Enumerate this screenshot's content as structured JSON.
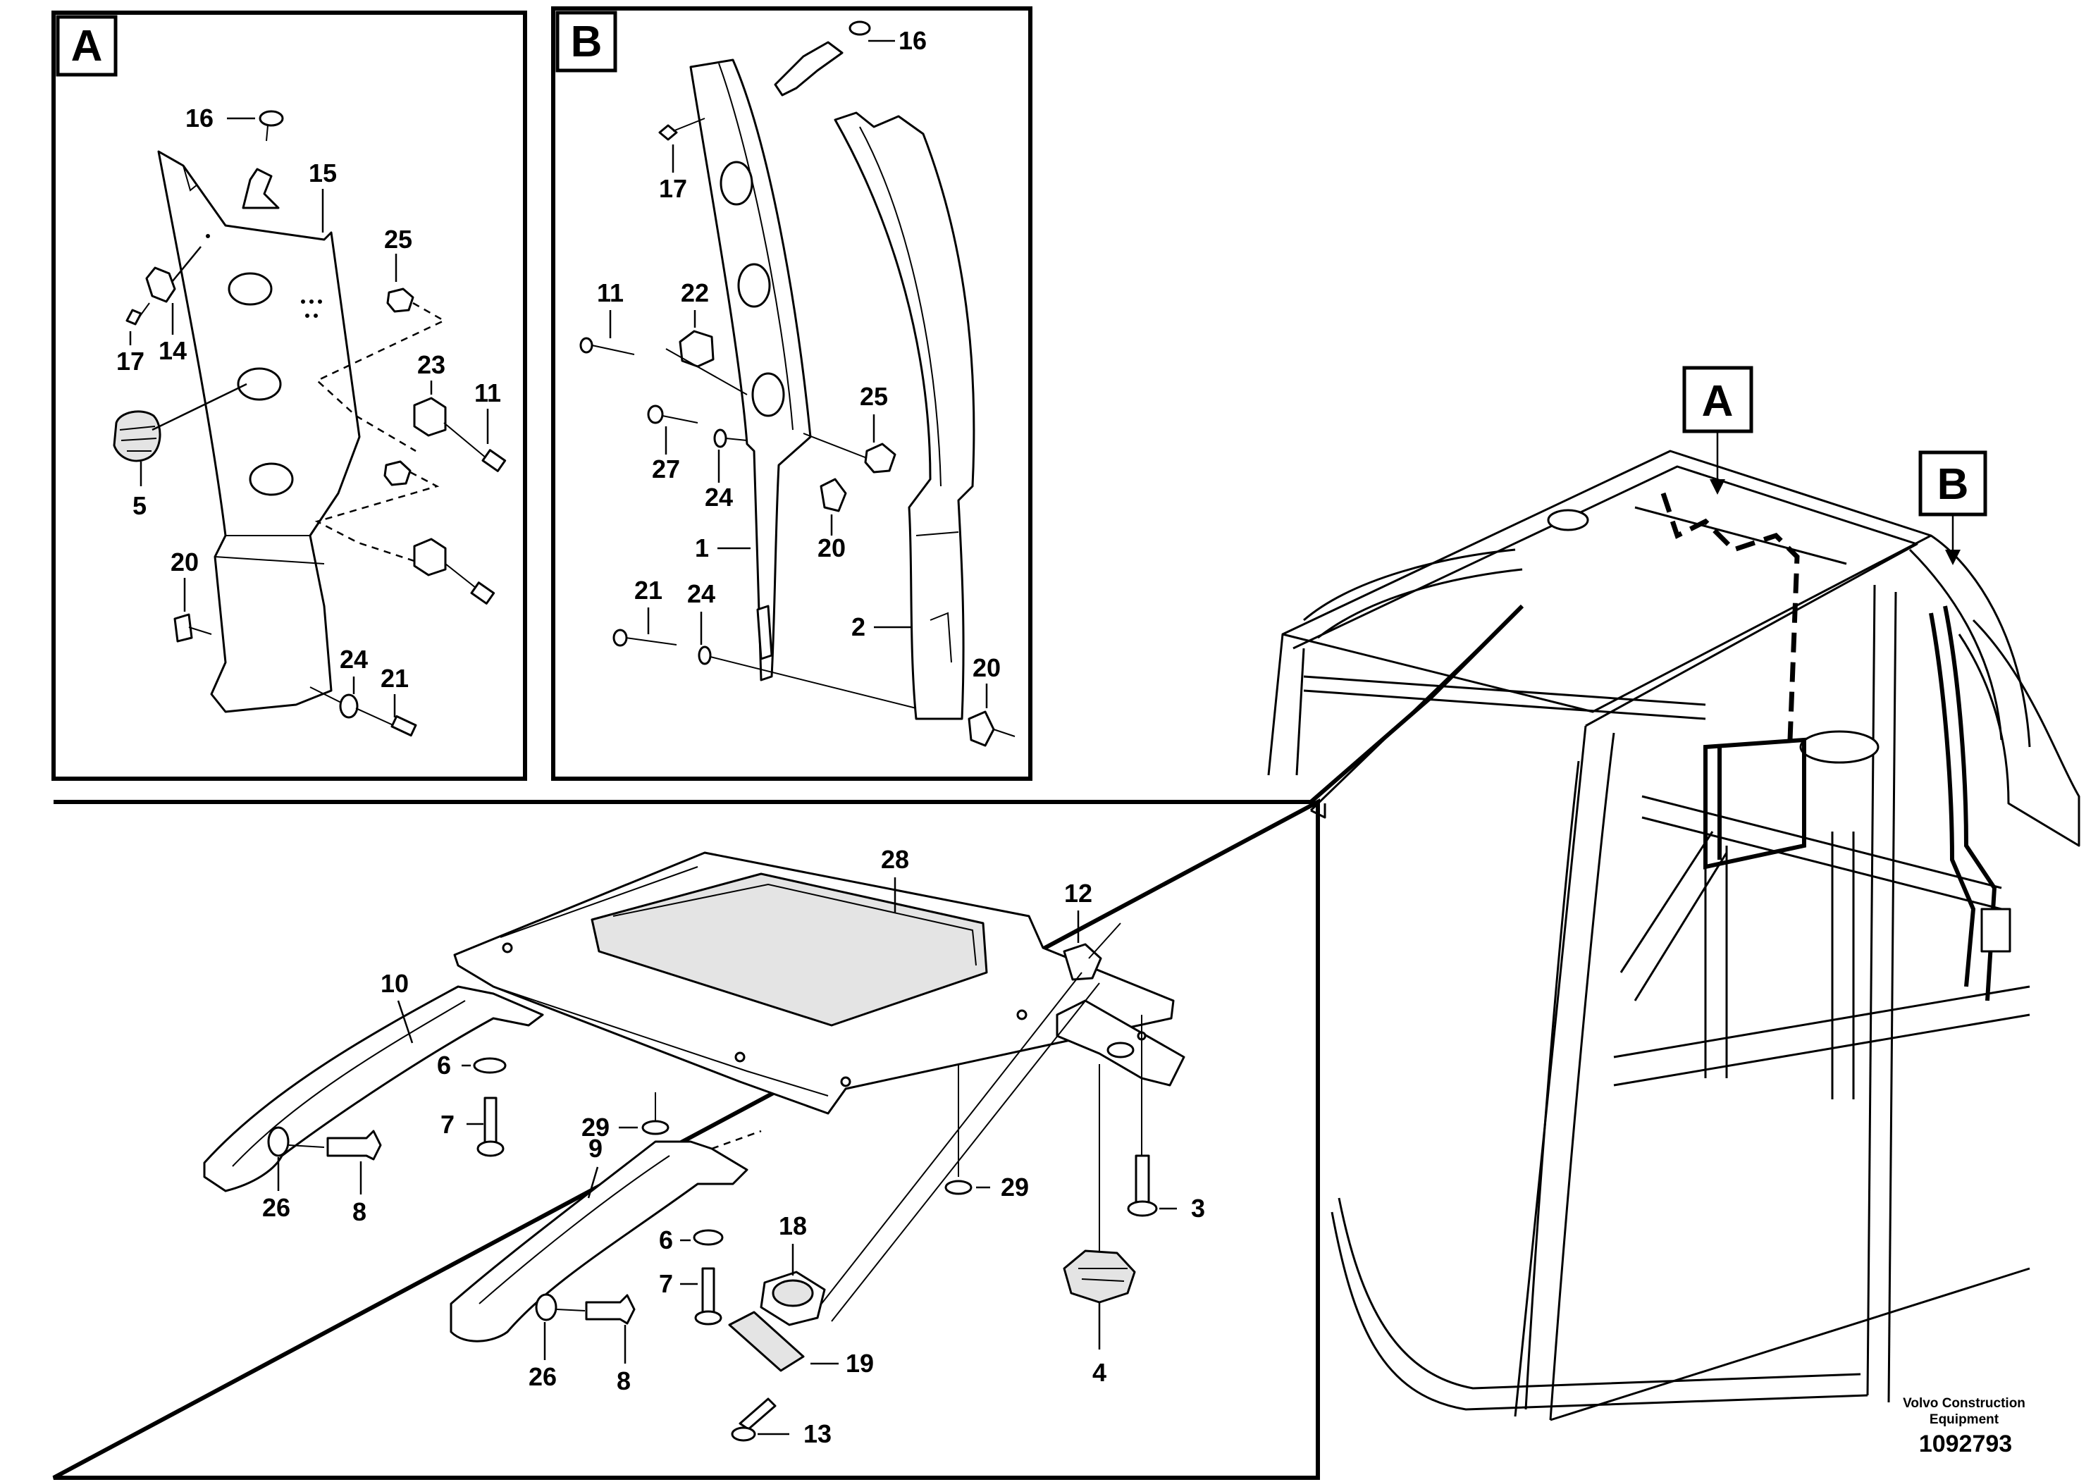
{
  "panels": [
    {
      "id": "A",
      "label": "A"
    },
    {
      "id": "B",
      "label": "B"
    }
  ],
  "overview_markers": [
    {
      "id": "A",
      "label": "A"
    },
    {
      "id": "B",
      "label": "B"
    }
  ],
  "callouts": {
    "a_16": "16",
    "a_15": "15",
    "a_25": "25",
    "a_14": "14",
    "a_17": "17",
    "a_23": "23",
    "a_11": "11",
    "a_5": "5",
    "a_20": "20",
    "a_24": "24",
    "a_21": "21",
    "b_16": "16",
    "b_17": "17",
    "b_11": "11",
    "b_22": "22",
    "b_25": "25",
    "b_27": "27",
    "b_24": "24",
    "b_1": "1",
    "b_20": "20",
    "b_21": "21",
    "b_24b": "24",
    "b_2": "2",
    "b_20b": "20",
    "c_28": "28",
    "c_12": "12",
    "c_10": "10",
    "c_6": "6",
    "c_7": "7",
    "c_29": "29",
    "c_26": "26",
    "c_8": "8",
    "c_9": "9",
    "c_29b": "29",
    "c_3": "3",
    "c_18": "18",
    "c_6b": "6",
    "c_7b": "7",
    "c_4": "4",
    "c_19": "19",
    "c_26b": "26",
    "c_8b": "8",
    "c_13": "13"
  },
  "footer": {
    "brand": "Volvo Construction Equipment",
    "drawing_number": "1092793"
  }
}
